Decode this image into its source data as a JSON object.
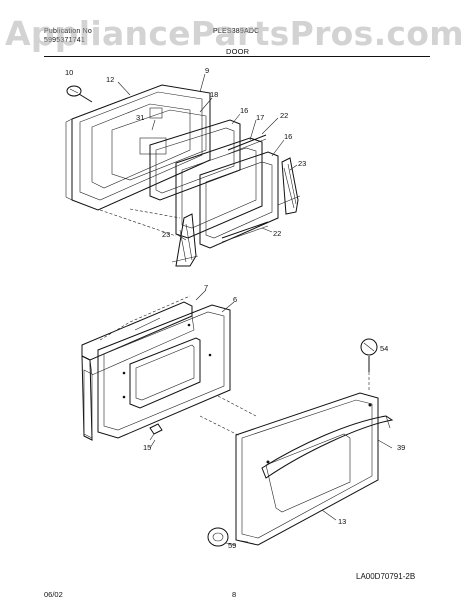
{
  "header": {
    "left_line1": "Publication No",
    "left_line2": "5995371741",
    "model": "PLES389ADC",
    "section": "DOOR"
  },
  "watermark": "AppliancePartsPros.com",
  "footer": {
    "date": "06/02",
    "page": "8",
    "code": "LA00D70791-2B"
  },
  "callouts": {
    "c10": "10",
    "c12": "12",
    "c9": "9",
    "c18": "18",
    "c31": "31",
    "c16a": "16",
    "c17": "17",
    "c22a": "22",
    "c16b": "16",
    "c23a": "23",
    "c23b": "23",
    "c22b": "22",
    "c7": "7",
    "c6": "6",
    "c15": "15",
    "c54": "54",
    "c39": "39",
    "c13": "13",
    "c59": "59"
  }
}
